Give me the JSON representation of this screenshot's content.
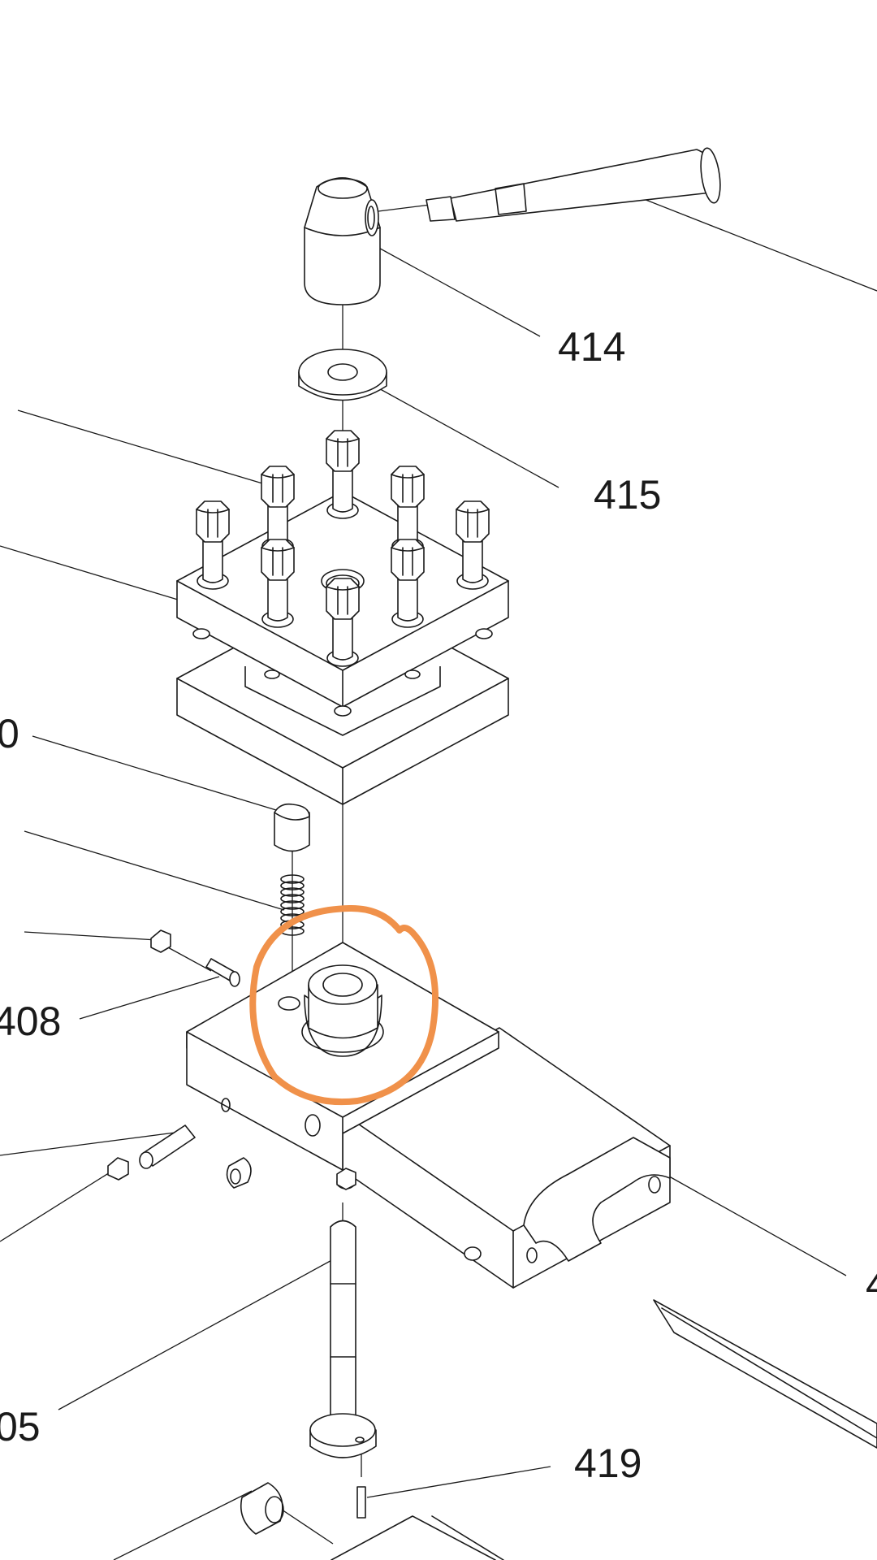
{
  "labels": {
    "p414": "414",
    "p415": "415",
    "p410": "0",
    "p408": "408",
    "p405": "05",
    "p419": "419",
    "pRightEdge": "4"
  },
  "colors": {
    "line": "#1a1a1a",
    "highlight": "#f0914a",
    "background": "#ffffff"
  },
  "annotation": {
    "type": "hand-drawn circle",
    "target": "tool post base boss"
  }
}
